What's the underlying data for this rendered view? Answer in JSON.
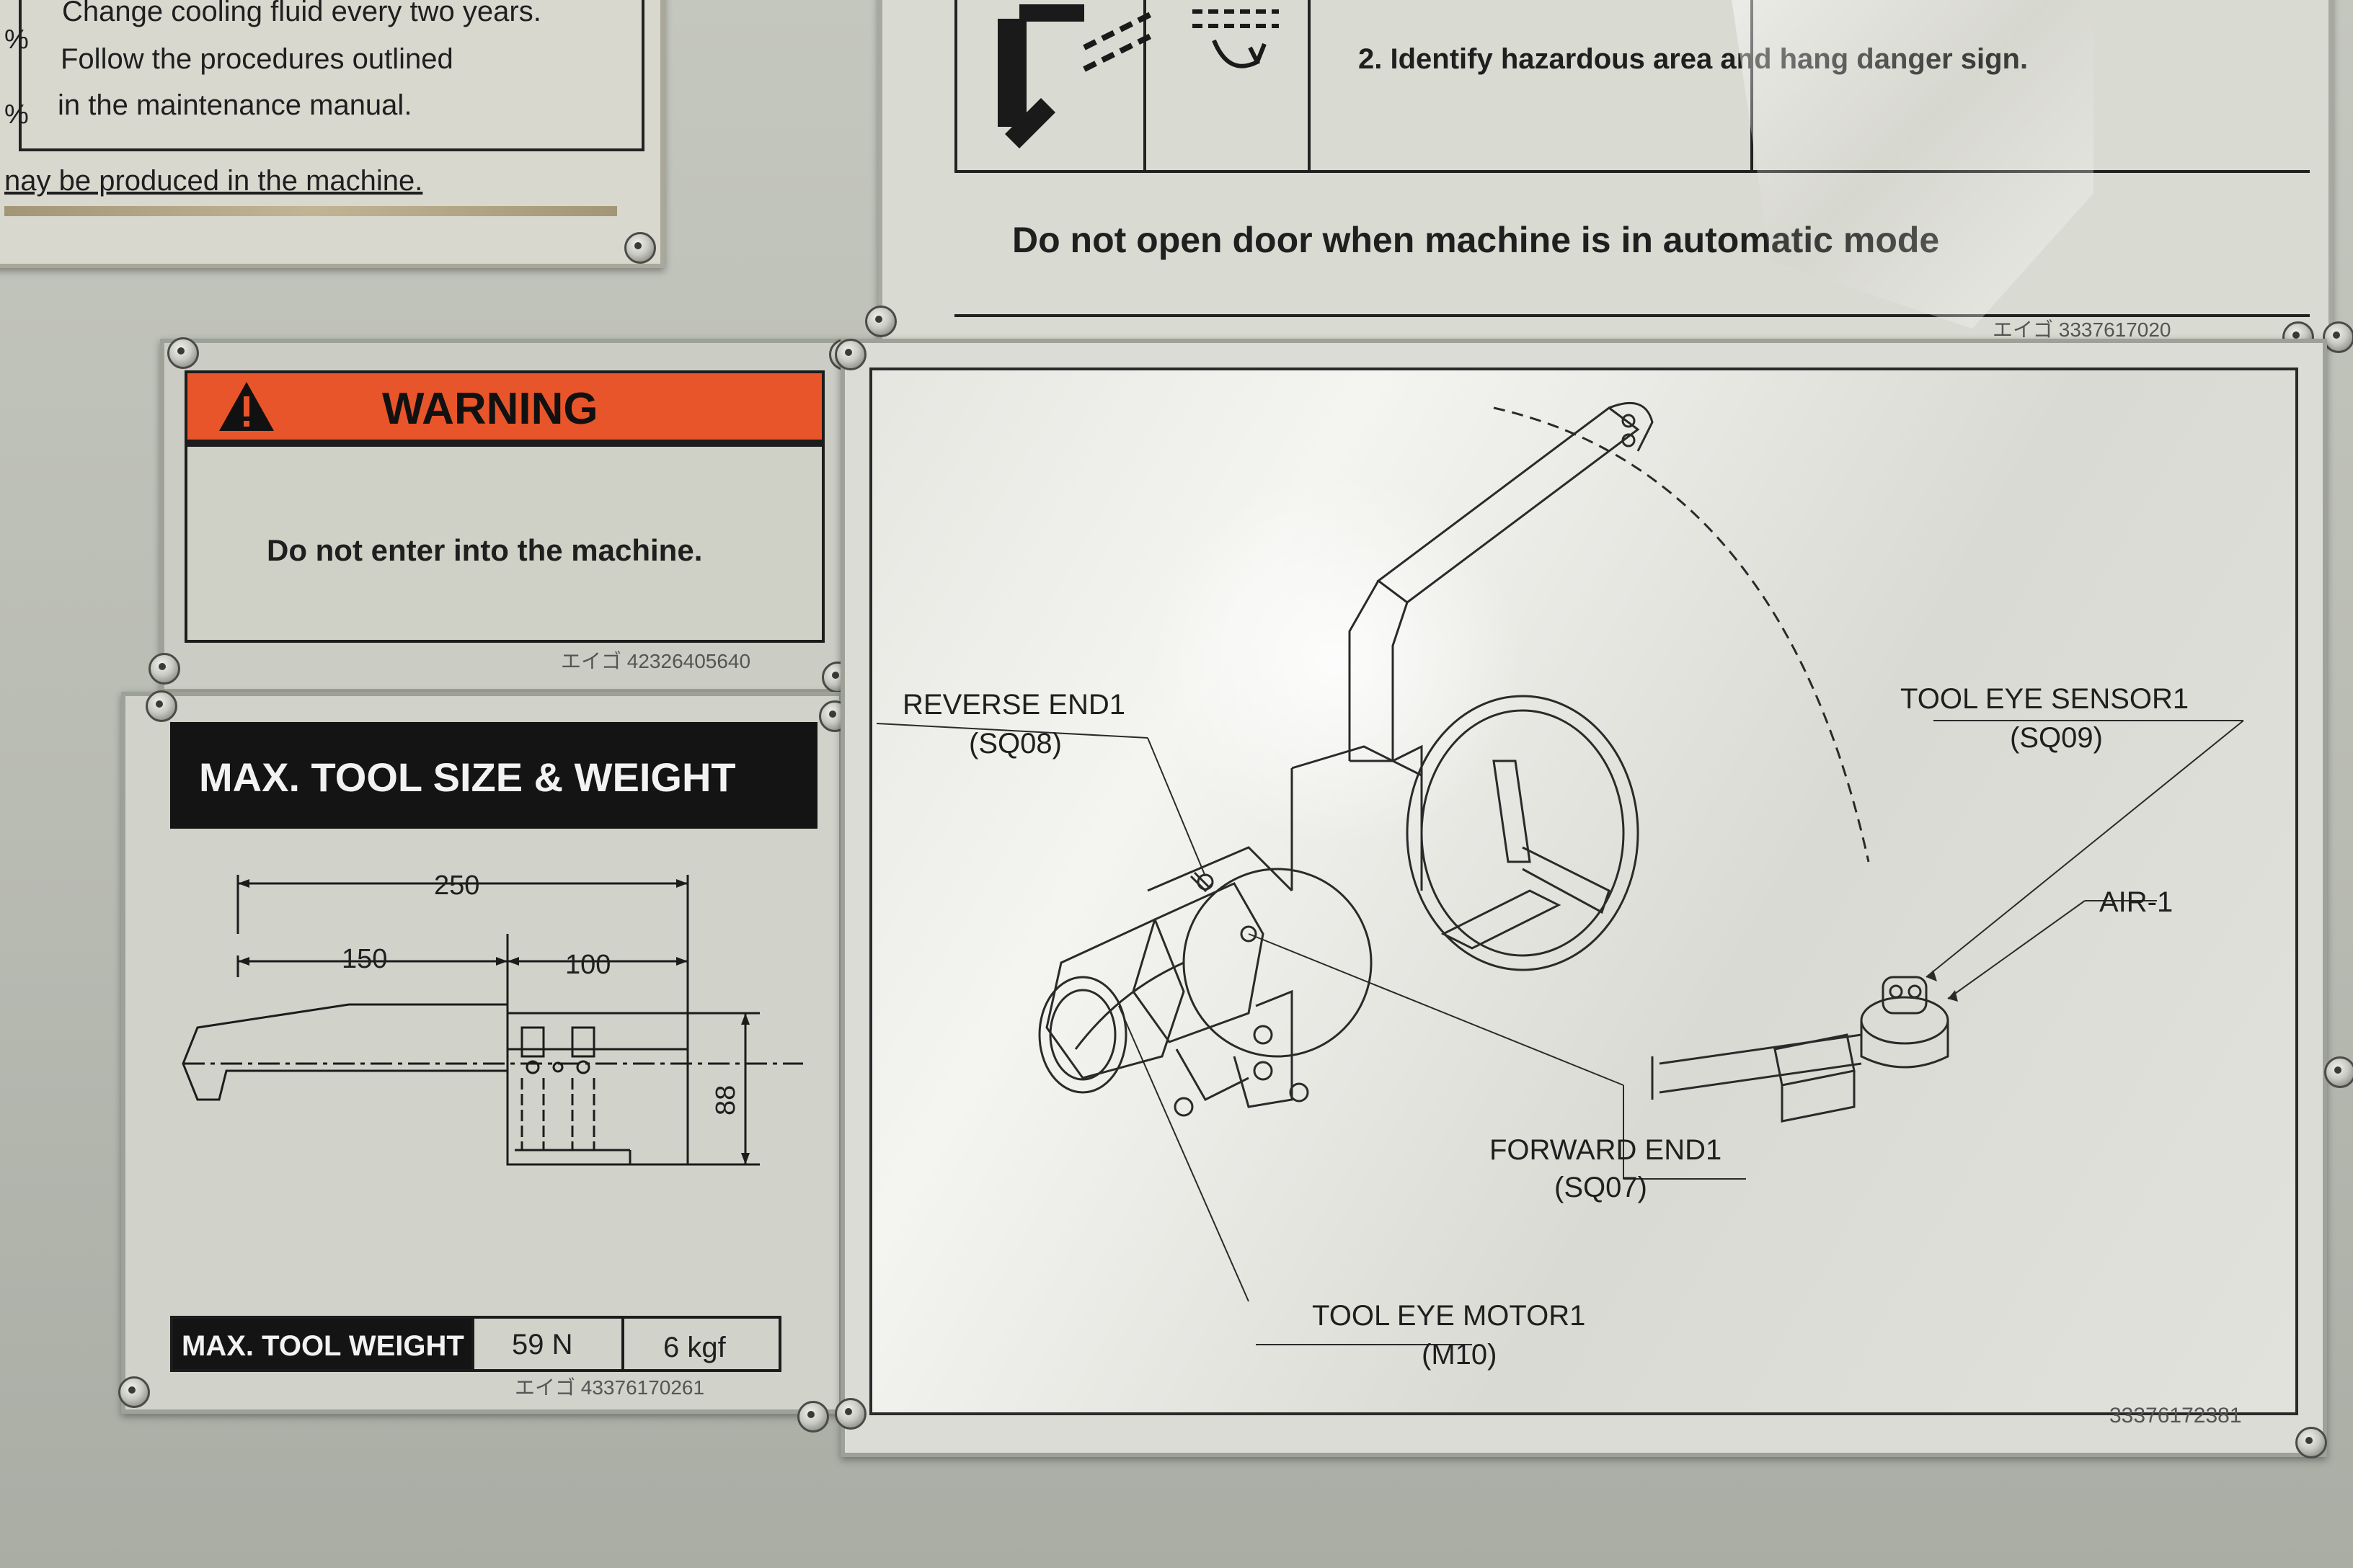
{
  "maintenance_plate": {
    "pct_1": "%",
    "pct_2": "%",
    "line_1": "Change cooling fluid every two years.",
    "line_2": "Follow the procedures outlined",
    "line_3": "in the maintenance manual.",
    "line_4": "nay be produced in the machine."
  },
  "door_plate": {
    "instruction": "2. Identify hazardous area and hang danger sign.",
    "notice": "Do not open door when machine is in automatic mode",
    "part_no": "エイゴ 3337617020"
  },
  "warning_plate": {
    "header": "WARNING",
    "message": "Do not enter into the machine.",
    "part_no": "エイゴ 42326405640",
    "header_color": "#e8552a"
  },
  "tool_plate": {
    "title": "MAX. TOOL SIZE & WEIGHT",
    "dim_total": "250",
    "dim_left": "150",
    "dim_right": "100",
    "dim_height": "88",
    "weight_label": "MAX. TOOL WEIGHT",
    "weight_n": "59 N",
    "weight_kgf": "6 kgf",
    "part_no": "エイゴ 43376170261"
  },
  "tool_eye_plate": {
    "reverse_end": "REVERSE END1",
    "reverse_code": "(SQ08)",
    "sensor": "TOOL EYE SENSOR1",
    "sensor_code": "(SQ09)",
    "air": "AIR-1",
    "forward_end": "FORWARD END1",
    "forward_code": "(SQ07)",
    "motor": "TOOL EYE MOTOR1",
    "motor_code": "(M10)",
    "part_no": "33376172381"
  }
}
